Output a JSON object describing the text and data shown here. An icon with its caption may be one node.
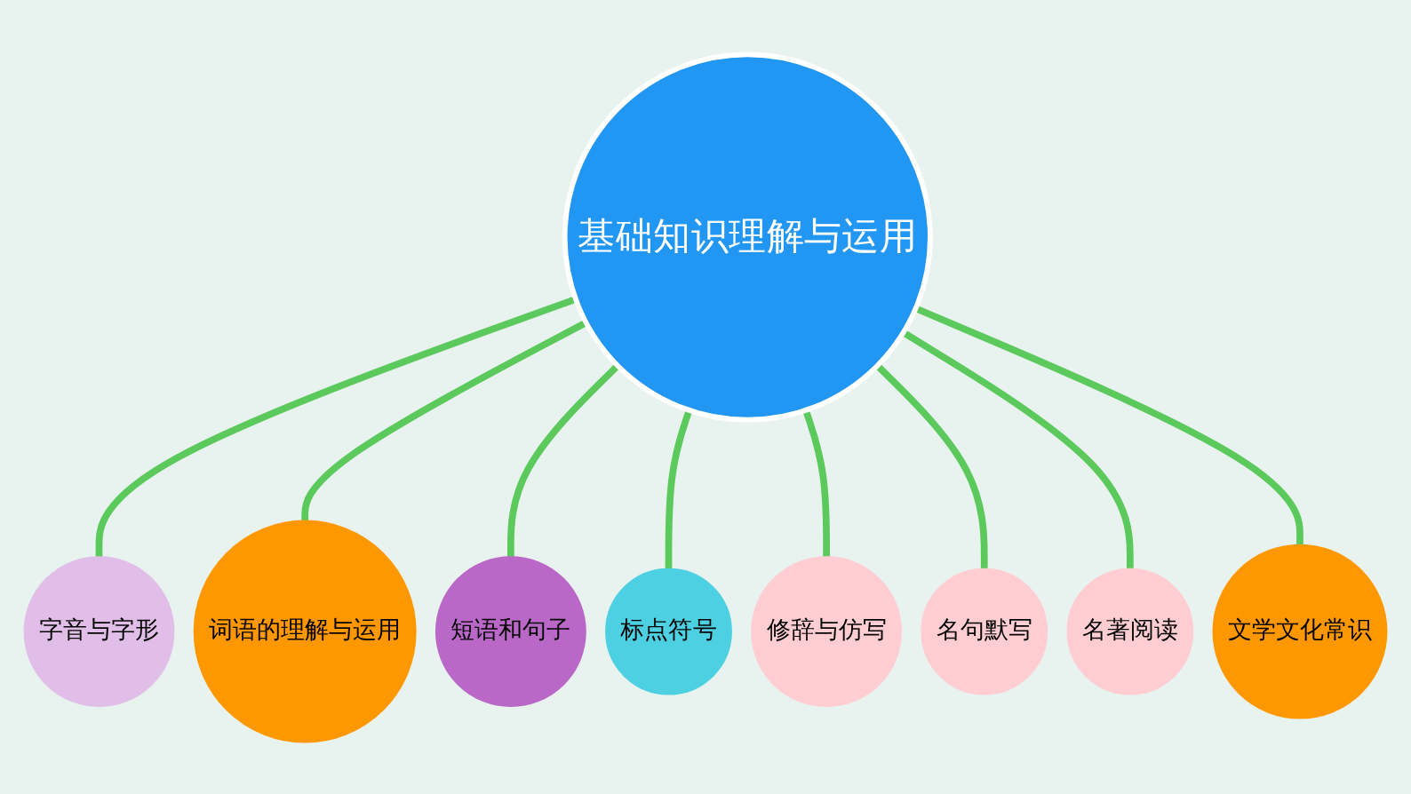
{
  "diagram": {
    "nodes": [
      {
        "text": [
          "基础知识理解与运用"
        ]
      },
      {
        "text": [
          "字音与字形"
        ]
      },
      {
        "text": [
          "词语的理解与运用"
        ]
      },
      {
        "text": [
          "短语和句子"
        ]
      },
      {
        "text": [
          "标点符号"
        ]
      },
      {
        "text": [
          "修辞与仿写"
        ]
      },
      {
        "text": [
          "名句默写"
        ]
      },
      {
        "text": [
          "名著阅读"
        ]
      },
      {
        "text": [
          "文学文化常识"
        ]
      }
    ],
    "edges": [
      {
        "from": 0,
        "to": 1,
        "arrow": "none"
      },
      {
        "from": 0,
        "to": 2,
        "arrow": "none"
      },
      {
        "from": 0,
        "to": 3,
        "arrow": "none"
      },
      {
        "from": 0,
        "to": 4,
        "arrow": "none"
      },
      {
        "from": 0,
        "to": 5,
        "arrow": "none"
      },
      {
        "from": 0,
        "to": 6,
        "arrow": "none"
      },
      {
        "from": 0,
        "to": 7,
        "arrow": "none"
      },
      {
        "from": 0,
        "to": 8,
        "arrow": "none"
      }
    ]
  }
}
